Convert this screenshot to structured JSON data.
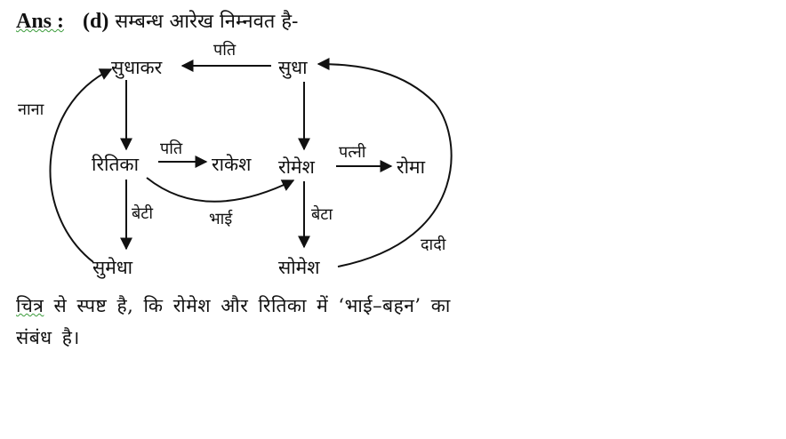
{
  "header": {
    "ans_label": "Ans :",
    "option": "(d)",
    "text": "सम्बन्ध आरेख निम्नवत है-"
  },
  "diagram": {
    "nodes": {
      "sudhakar": "सुधाकर",
      "sudha": "सुधा",
      "ritika": "रितिका",
      "rakesh": "राकेश",
      "romesh": "रोमेश",
      "roma": "रोमा",
      "sumedha": "सुमेधा",
      "somesh": "सोमेश"
    },
    "edge_labels": {
      "sudha_sudhakar": "पति",
      "ritika_rakesh": "पति",
      "romesh_roma": "पत्नी",
      "ritika_sumedha": "बेटी",
      "romesh_somesh": "बेटा",
      "ritika_romesh": "भाई",
      "sumedha_sudhakar": "नाना",
      "somesh_sudha": "दादी"
    }
  },
  "explanation": {
    "line1_first": "चित्र",
    "line1_rest": " से स्पष्ट है, कि रोमेश और रितिका में ‘भाई–बहन’ का",
    "line2": "संबंध है।"
  }
}
